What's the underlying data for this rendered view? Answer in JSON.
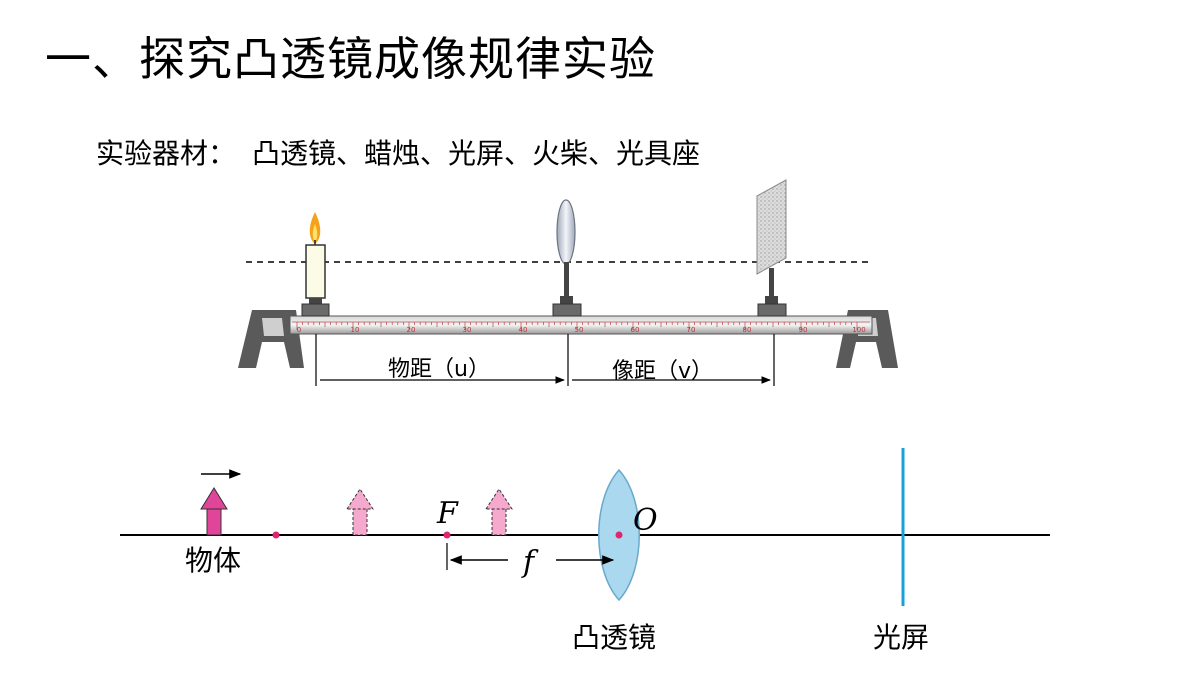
{
  "title": "一、探究凸透镜成像规律实验",
  "materials": {
    "label": "实验器材：",
    "items": "凸透镜、蜡烛、光屏、火柴、光具座"
  },
  "bench": {
    "ticks": [
      "0",
      "10",
      "20",
      "30",
      "40",
      "50",
      "60",
      "70",
      "80",
      "90",
      "100"
    ],
    "object_distance_label": "物距（u）",
    "image_distance_label": "像距（v）"
  },
  "ray_diagram": {
    "object_label": "物体",
    "focus_label": "F",
    "focal_length_label": "f",
    "optical_center_label": "O",
    "lens_label": "凸透镜",
    "screen_label": "光屏"
  },
  "colors": {
    "object_arrow": "#e0459a",
    "ghost_arrow": "#f5a9cc",
    "lens": "#a9d8ef",
    "screen": "#1aa0d8",
    "point": "#e0256e"
  }
}
